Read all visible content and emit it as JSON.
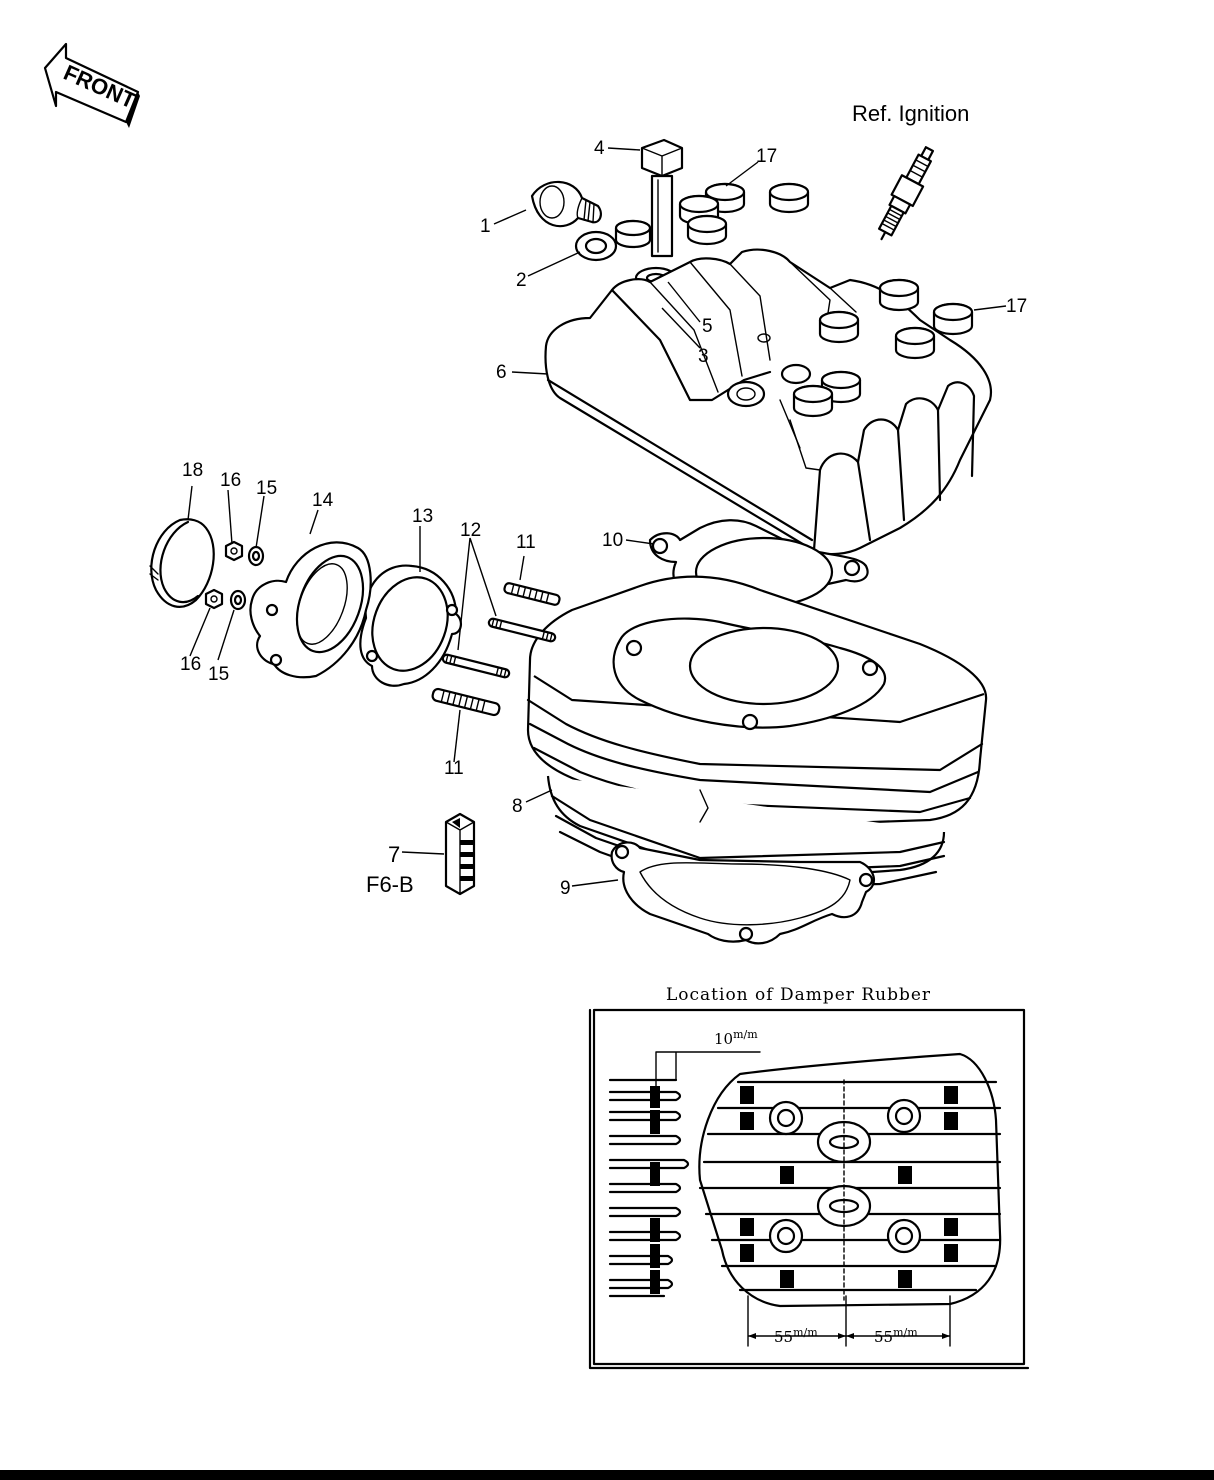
{
  "front_badge": {
    "text": "FRONT"
  },
  "reference": {
    "text": "Ref. Ignition"
  },
  "callouts": [
    {
      "id": "1",
      "text": "1"
    },
    {
      "id": "2",
      "text": "2"
    },
    {
      "id": "3",
      "text": "3"
    },
    {
      "id": "4",
      "text": "4"
    },
    {
      "id": "5",
      "text": "5"
    },
    {
      "id": "6",
      "text": "6"
    },
    {
      "id": "7",
      "text": "7"
    },
    {
      "id": "8",
      "text": "8"
    },
    {
      "id": "9",
      "text": "9"
    },
    {
      "id": "10",
      "text": "10"
    },
    {
      "id": "11a",
      "text": "11"
    },
    {
      "id": "11b",
      "text": "11"
    },
    {
      "id": "12",
      "text": "12"
    },
    {
      "id": "13",
      "text": "13"
    },
    {
      "id": "14",
      "text": "14"
    },
    {
      "id": "15a",
      "text": "15"
    },
    {
      "id": "15b",
      "text": "15"
    },
    {
      "id": "16a",
      "text": "16"
    },
    {
      "id": "16b",
      "text": "16"
    },
    {
      "id": "17a",
      "text": "17"
    },
    {
      "id": "17b",
      "text": "17"
    },
    {
      "id": "18",
      "text": "18"
    }
  ],
  "sub_reference": {
    "text": "F6-B"
  },
  "inset": {
    "caption": "Location of Damper Rubber",
    "dim_top": "10",
    "dim_top_unit": "m/m",
    "dim_left": "55",
    "dim_left_unit": "m/m",
    "dim_right": "55",
    "dim_right_unit": "m/m"
  }
}
